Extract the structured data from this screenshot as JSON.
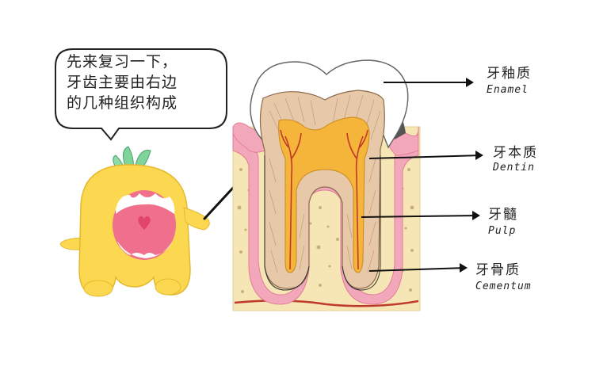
{
  "bubble": {
    "lines": [
      "先来复习一下，",
      "牙齿主要由右边",
      "的几种组织构成"
    ]
  },
  "labels": [
    {
      "cn": "牙釉质",
      "en": "Enamel"
    },
    {
      "cn": "牙本质",
      "en": "Dentin"
    },
    {
      "cn": "牙髓",
      "en": "Pulp"
    },
    {
      "cn": "牙骨质",
      "en": "Cementum"
    }
  ],
  "colors": {
    "bone": "#f7e6b5",
    "gum": "#f2a7bb",
    "enamel": "#ffffff",
    "dentin": "#e7c8a8",
    "pulp": "#f5b43a",
    "nerve": "#c0392b",
    "mascot": "#fbd84f",
    "mouth": "#ef6f8c",
    "leaf": "#7fd39b"
  }
}
